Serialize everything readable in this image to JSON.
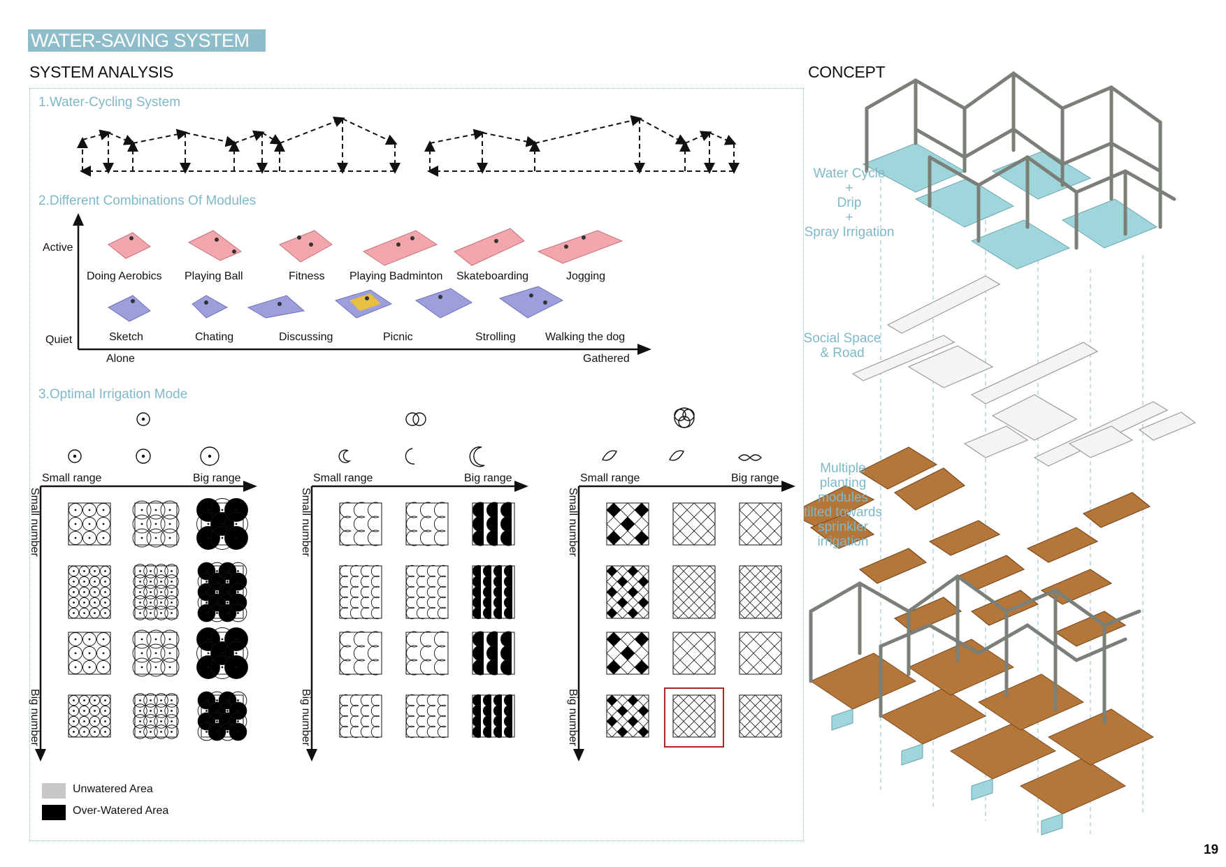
{
  "banner_title": "WATER-SAVING SYSTEM",
  "system_analysis_title": "SYSTEM ANALYSIS",
  "concept_title": "CONCEPT",
  "section1_title": "1.Water-Cycling System",
  "section2_title": "2.Different Combinations Of Modules",
  "section3_title": "3.Optimal Irrigation Mode",
  "activity_chart": {
    "y_top": "Active",
    "y_bottom": "Quiet",
    "x_left": "Alone",
    "x_right": "Gathered",
    "active": [
      "Doing Aerobics",
      "Playing Ball",
      "Fitness",
      "Playing Badminton",
      "Skateboarding",
      "Jogging"
    ],
    "quiet": [
      "Sketch",
      "Chating",
      "Discussing",
      "Picnic",
      "Strolling",
      "Walking the dog"
    ]
  },
  "irrigation_axes": {
    "x_left": "Small range",
    "x_right": "Big range",
    "y_top": "Small number",
    "y_bottom": "Big number"
  },
  "legend": {
    "unwatered": "Unwatered Area",
    "overwatered": "Over-Watered Area",
    "unwatered_color": "#c8c8c8",
    "overwatered_color": "#000000"
  },
  "concept_labels": {
    "water": [
      "Water Cycle",
      "+",
      "Drip",
      "+",
      "Spray Irrigation"
    ],
    "social": [
      "Social Space",
      "& Road"
    ],
    "planting": [
      "Multiple",
      "planting",
      "modules",
      "tilted towards",
      "sprinkler",
      "irrigation"
    ]
  },
  "colors": {
    "accent": "#7fb8c8",
    "banner": "#8fbcc9",
    "active_module": "#f2a7ad",
    "quiet_module": "#9c9fdc",
    "water": "#9fd6dc",
    "wood": "#b5763a",
    "frame": "#7a7f78",
    "highlight": "#b22222"
  },
  "page_number": "19"
}
